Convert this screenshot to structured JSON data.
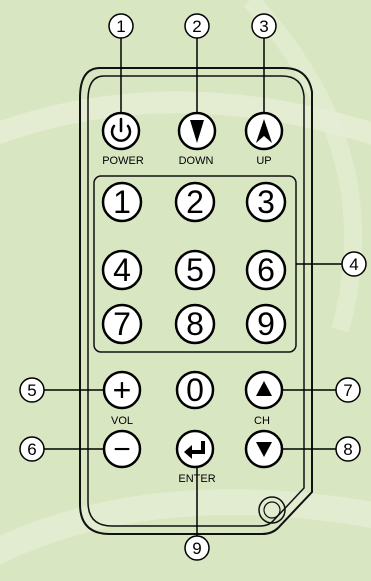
{
  "colors": {
    "background": "#d9e6c2",
    "body_outline": "#111111",
    "stroke": "#000000",
    "swoosh": "#e6eed6"
  },
  "callouts": [
    "1",
    "2",
    "3",
    "4",
    "5",
    "6",
    "7",
    "8",
    "9"
  ],
  "top_buttons": [
    {
      "icon": "power-icon",
      "label": "POWER"
    },
    {
      "icon": "arrow-down-icon",
      "label": "DOWN"
    },
    {
      "icon": "arrow-up-icon",
      "label": "UP"
    }
  ],
  "keypad": [
    "1",
    "2",
    "3",
    "4",
    "5",
    "6",
    "7",
    "8",
    "9"
  ],
  "bottom": {
    "vol_plus": "+",
    "vol_minus": "−",
    "vol_label": "VOL",
    "zero": "0",
    "ch_label": "CH",
    "enter_label": "ENTER"
  }
}
